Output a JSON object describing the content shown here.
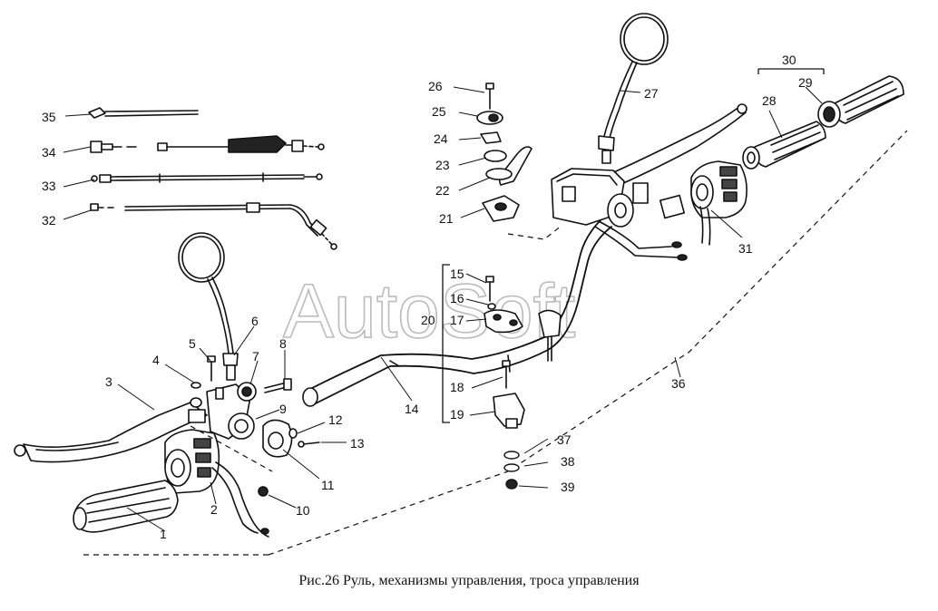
{
  "watermark": "AutoSoft",
  "caption": "Рис.26  Руль, механизмы управления, троса управления",
  "callouts": [
    "1",
    "2",
    "3",
    "4",
    "5",
    "6",
    "7",
    "8",
    "9",
    "10",
    "11",
    "12",
    "13",
    "14",
    "15",
    "16",
    "17",
    "18",
    "19",
    "20",
    "21",
    "22",
    "23",
    "24",
    "25",
    "26",
    "27",
    "28",
    "29",
    "30",
    "31",
    "32",
    "33",
    "34",
    "35",
    "36",
    "37",
    "38",
    "39"
  ]
}
